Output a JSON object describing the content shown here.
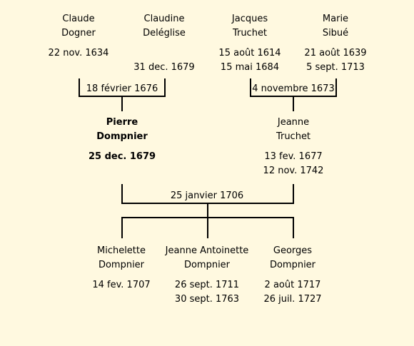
{
  "grandparents": [
    {
      "first": "Claude",
      "last": "Dogner",
      "birth": "22 nov. 1634",
      "death": ""
    },
    {
      "first": "Claudine",
      "last": "Deléglise",
      "birth": "",
      "death": "31 dec. 1679"
    },
    {
      "first": "Jacques",
      "last": "Truchet",
      "birth": "15 août 1614",
      "death": "15 mai 1684"
    },
    {
      "first": "Marie",
      "last": "Sibué",
      "birth": "21 août 1639",
      "death": "5 sept. 1713"
    }
  ],
  "marriages": {
    "left": "18 février 1676",
    "right": "4 novembre 1673",
    "parents": "25 janvier 1706"
  },
  "parents": [
    {
      "first": "Pierre",
      "last": "Dompnier",
      "birth": "25 dec. 1679",
      "death": ""
    },
    {
      "first": "Jeanne",
      "last": "Truchet",
      "birth": "13 fev. 1677",
      "death": "12 nov. 1742"
    }
  ],
  "children": [
    {
      "first": "Michelette",
      "last": "Dompnier",
      "birth": "14 fev. 1707",
      "death": ""
    },
    {
      "first": "Jeanne Antoinette",
      "last": "Dompnier",
      "birth": "26 sept. 1711",
      "death": "30 sept. 1763"
    },
    {
      "first": "Georges",
      "last": "Dompnier",
      "birth": "2 août 1717",
      "death": "26 juil. 1727"
    }
  ]
}
